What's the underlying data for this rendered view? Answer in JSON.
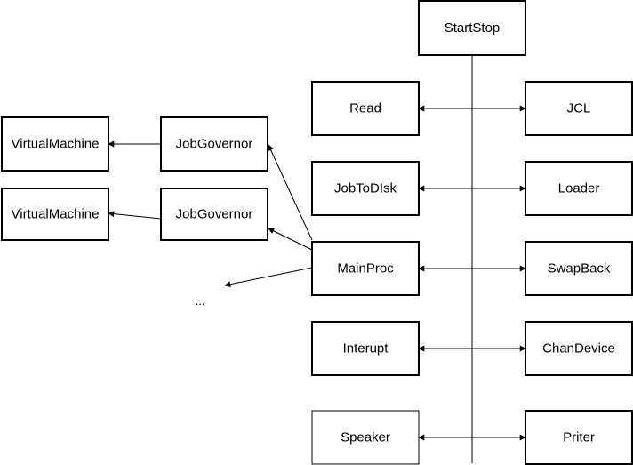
{
  "nodes": {
    "start_stop": "StartStop",
    "read": "Read",
    "jcl": "JCL",
    "job_to_disk": "JobToDIsk",
    "loader": "Loader",
    "main_proc": "MainProc",
    "swap_back": "SwapBack",
    "interupt": "Interupt",
    "chan_device": "ChanDevice",
    "speaker": "Speaker",
    "priter": "Priter",
    "job_governor_1": "JobGovernor",
    "job_governor_2": "JobGovernor",
    "virtual_machine_1": "VirtualMachine",
    "virtual_machine_2": "VirtualMachine",
    "ellipsis": "..."
  },
  "colors": {
    "stroke": "#000000",
    "fill": "#ffffff"
  }
}
